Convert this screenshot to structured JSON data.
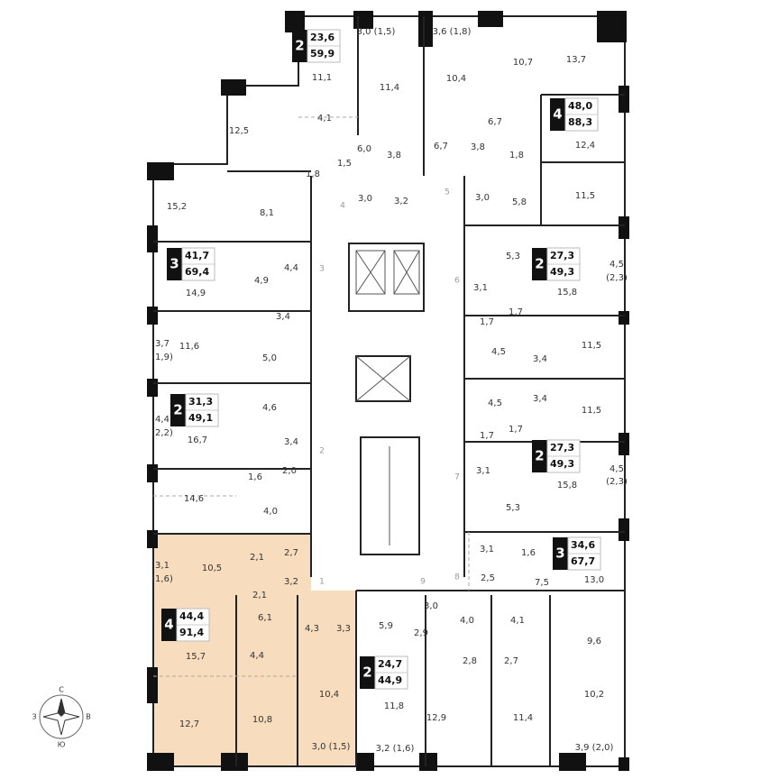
{
  "colors": {
    "highlight": "#f7dcbd",
    "wall": "#111111",
    "background": "#ffffff"
  },
  "compass": {
    "north": "С",
    "east": "В",
    "south": "Ю",
    "west": "З",
    "icon": "compass-rose-icon"
  },
  "apartments": [
    {
      "rooms": "2",
      "living": "23,6",
      "total": "59,9"
    },
    {
      "rooms": "4",
      "living": "48,0",
      "total": "88,3"
    },
    {
      "rooms": "3",
      "living": "41,7",
      "total": "69,4"
    },
    {
      "rooms": "2",
      "living": "27,3",
      "total": "49,3"
    },
    {
      "rooms": "2",
      "living": "31,3",
      "total": "49,1"
    },
    {
      "rooms": "2",
      "living": "27,3",
      "total": "49,3"
    },
    {
      "rooms": "3",
      "living": "34,6",
      "total": "67,7"
    },
    {
      "rooms": "4",
      "living": "44,4",
      "total": "91,4",
      "highlighted": true
    },
    {
      "rooms": "2",
      "living": "24,7",
      "total": "44,9"
    }
  ],
  "room_areas": [
    "3,0 (1,5)",
    "3,6 (1,8)",
    "11,1",
    "11,4",
    "10,4",
    "10,7",
    "13,7",
    "12,5",
    "4,1",
    "6,0",
    "3,8",
    "1,5",
    "1,8",
    "6,7",
    "6,7",
    "3,8",
    "1,8",
    "12,4",
    "3,0",
    "3,2",
    "3,0",
    "5,8",
    "11,5",
    "15,2",
    "8,1",
    "4,4",
    "4,9",
    "14,9",
    "3,4",
    "5,3",
    "3,1",
    "15,8",
    "4,5",
    "(2,3)",
    "1,7",
    "1,7",
    "11,6",
    "5,0",
    "3,7",
    "(1,9)",
    "4,5",
    "3,4",
    "11,5",
    "4,6",
    "4,4",
    "(2,2)",
    "3,4",
    "16,7",
    "4,5",
    "3,4",
    "11,5",
    "1,7",
    "1,7",
    "1,6",
    "2,0",
    "14,6",
    "4,0",
    "3,1",
    "15,8",
    "4,5",
    "(2,3)",
    "5,3",
    "3,1",
    "(1,6)",
    "10,5",
    "2,1",
    "2,7",
    "3,2",
    "2,1",
    "3,1",
    "1,6",
    "2,5",
    "3,0",
    "4,0",
    "4,1",
    "7,5",
    "13,0",
    "6,1",
    "4,3",
    "3,3",
    "5,9",
    "2,9",
    "15,7",
    "4,4",
    "9,6",
    "2,8",
    "2,7",
    "10,4",
    "10,2",
    "11,8",
    "12,7",
    "10,8",
    "12,9",
    "11,4",
    "3,0 (1,5)",
    "3,2 (1,6)",
    "3,9 (2,0)"
  ],
  "door_numbers": [
    "1",
    "2",
    "3",
    "4",
    "5",
    "6",
    "7",
    "8",
    "9"
  ]
}
